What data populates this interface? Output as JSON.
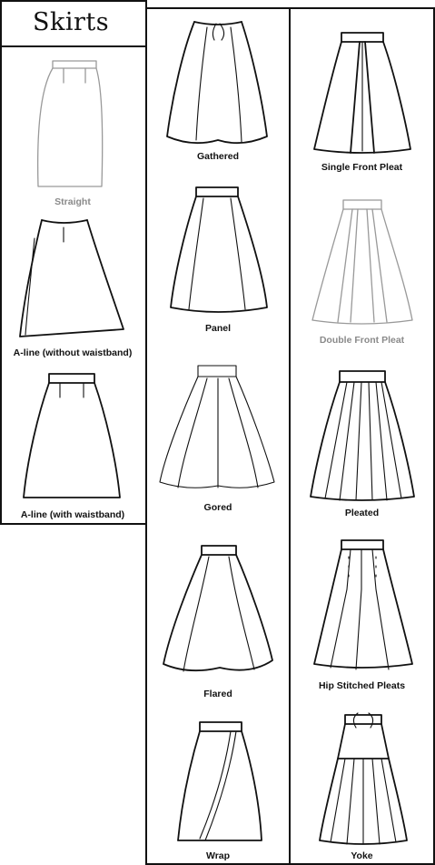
{
  "title": "Skirts",
  "skirts": {
    "straight": "Straight",
    "aline_no_band": "A-line (without waistband)",
    "aline_band": "A-line (with waistband)",
    "gathered": "Gathered",
    "panel": "Panel",
    "gored": "Gored",
    "flared": "Flared",
    "wrap": "Wrap",
    "single_front_pleat": "Single Front Pleat",
    "double_front_pleat": "Double Front Pleat",
    "pleated": "Pleated",
    "hip_stitched_pleats": "Hip Stitched Pleats",
    "yoke": "Yoke"
  }
}
